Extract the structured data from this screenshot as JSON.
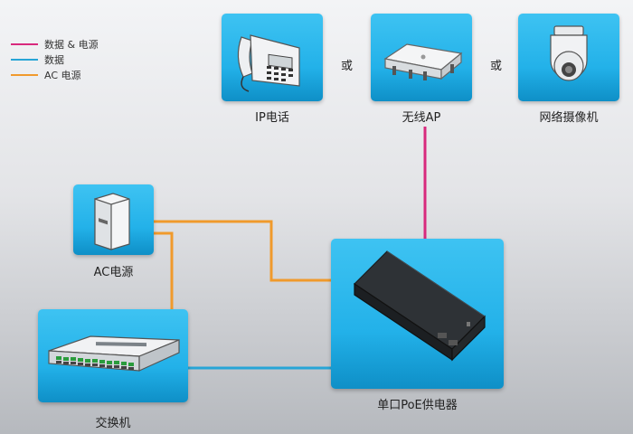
{
  "legend": [
    {
      "label": "数据 & 电源",
      "color": "#d8297d"
    },
    {
      "label": "数据",
      "color": "#27a5d6"
    },
    {
      "label": "AC 电源",
      "color": "#f09a2c"
    }
  ],
  "devices": {
    "ip_phone": "IP电话",
    "wireless_ap": "无线AP",
    "network_camera": "网络摄像机",
    "ac_power": "AC电源",
    "switch": "交换机",
    "poe_injector": "单口PoE供电器"
  },
  "or_text": "或",
  "colors": {
    "tile": "#1aa9e6",
    "data_power": "#d8297d",
    "data": "#27a5d6",
    "ac_power": "#f09a2c"
  }
}
